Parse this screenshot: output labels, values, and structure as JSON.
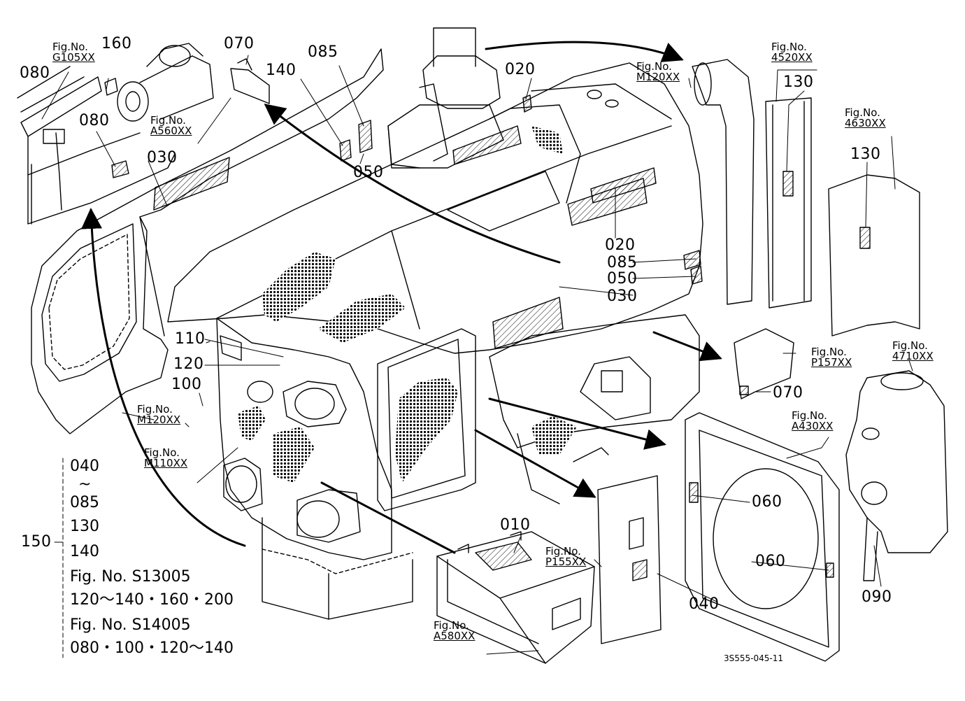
{
  "labels": {
    "p160": "160",
    "p070a": "070",
    "p085a": "085",
    "p140a": "140",
    "p080a": "080",
    "p080b": "080",
    "p030a": "030",
    "p050a": "050",
    "p020a": "020",
    "p130a": "130",
    "p130b": "130",
    "p020b": "020",
    "p085b": "085",
    "p050b": "050",
    "p030b": "030",
    "p110": "110",
    "p120": "120",
    "p100": "100",
    "p070b": "070",
    "p060a": "060",
    "p060b": "060",
    "p010": "010",
    "p040": "040",
    "p090": "090",
    "p150": "150"
  },
  "figs": {
    "f_g105": {
      "head": "Fig.No.",
      "num": "G105XX"
    },
    "f_a560": {
      "head": "Fig.No.",
      "num": "A560XX"
    },
    "f_m120a": {
      "head": "Fig.No.",
      "num": "M120XX"
    },
    "f_4520": {
      "head": "Fig.No.",
      "num": "4520XX"
    },
    "f_4630": {
      "head": "Fig.No.",
      "num": "4630XX"
    },
    "f_p157": {
      "head": "Fig.No.",
      "num": "P157XX"
    },
    "f_4710": {
      "head": "Fig.No.",
      "num": "4710XX"
    },
    "f_a430": {
      "head": "Fig.No.",
      "num": "A430XX"
    },
    "f_m120b": {
      "head": "Fig.No.",
      "num": "M120XX"
    },
    "f_m110": {
      "head": "Fig.No.",
      "num": "M110XX"
    },
    "f_p155": {
      "head": "Fig.No.",
      "num": "P155XX"
    },
    "f_a580": {
      "head": "Fig.No.",
      "num": "A580XX"
    }
  },
  "group150": {
    "l1": "040",
    "l2": "~",
    "l3": "085",
    "l4": "130",
    "l5": "140",
    "l6": "Fig. No. S13005",
    "l7": "120～140・160・200",
    "l8": "Fig. No. S14005",
    "l9": "080・100・120～140"
  },
  "code": "3S555-045-11"
}
